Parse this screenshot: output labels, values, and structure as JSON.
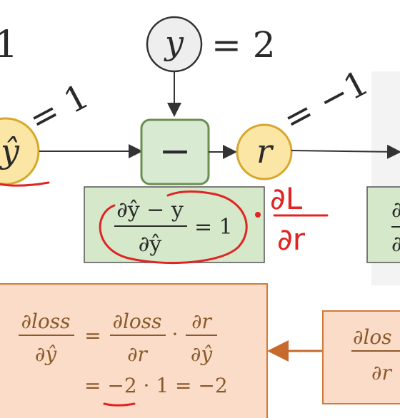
{
  "colors": {
    "node_grey": "#eeeeee",
    "node_yellow": "#fbe6a6",
    "node_yellow_stroke": "#d7a72c",
    "op_green_fill": "#d9ead3",
    "op_green_stroke": "#6a8f4f",
    "grad_box_fill": "#d5e8c9",
    "loss_box_fill": "#fbdcc8",
    "loss_box_stroke": "#d27a3a",
    "frac_brown": "#8a5a2b",
    "arrow_orange": "#c76a2b",
    "red_ink": "#e02424",
    "edge_dark": "#333333"
  },
  "left_edge": {
    "text": "1"
  },
  "node_y": {
    "label": "y",
    "value_text": "= 2"
  },
  "node_yhat": {
    "label": "ŷ",
    "edge_value": "= 1"
  },
  "node_minus": {
    "label": "−"
  },
  "node_r": {
    "label": "r",
    "edge_value": "= −1"
  },
  "local_grad": {
    "numerator": "∂ŷ − y",
    "denominator": "∂ŷ",
    "result": "= 1"
  },
  "handwriting": {
    "numerator": "∂L",
    "denominator": "∂r"
  },
  "right_grad": {
    "numerator": "∂",
    "denominator": "∂"
  },
  "chain": {
    "lhs_num": "∂loss",
    "lhs_den": "∂ŷ",
    "eq": "=",
    "r1_num": "∂loss",
    "r1_den": "∂r",
    "dot": "·",
    "r2_num": "∂r",
    "r2_den": "∂ŷ",
    "line2": "= −2 · 1 = −2"
  },
  "upstream": {
    "num": "∂los",
    "den": "∂r"
  }
}
